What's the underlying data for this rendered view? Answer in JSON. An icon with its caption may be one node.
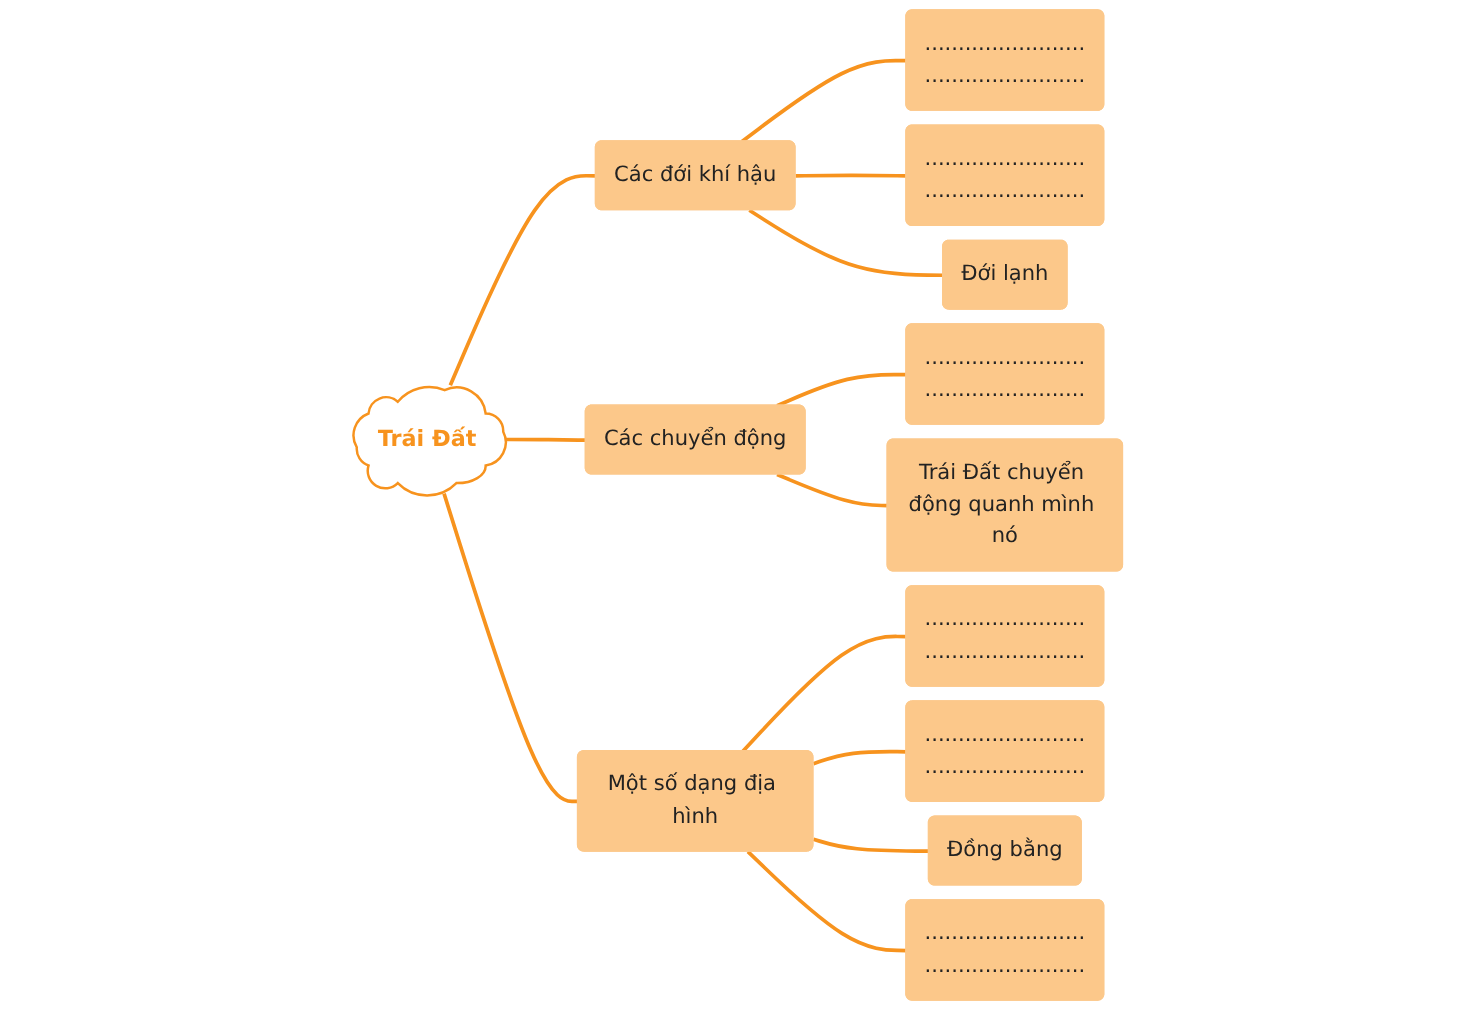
{
  "diagram": {
    "nodes": [
      {
        "text": [
          "Trái Đất"
        ]
      },
      {
        "text": [
          "Các đới khí hậu"
        ]
      },
      {
        "text": [
          "........................",
          "........................"
        ]
      },
      {
        "text": [
          "........................",
          "........................"
        ]
      },
      {
        "text": [
          "Đới lạnh"
        ]
      },
      {
        "text": [
          "Các chuyển động"
        ]
      },
      {
        "text": [
          "........................",
          "........................"
        ]
      },
      {
        "text": [
          "Trái Đất chuyển động quanh mình nó"
        ]
      },
      {
        "text": [
          "Một số dạng địa hình"
        ]
      },
      {
        "text": [
          "........................",
          "........................"
        ]
      },
      {
        "text": [
          "........................",
          "........................"
        ]
      },
      {
        "text": [
          "Đồng bằng"
        ]
      },
      {
        "text": [
          "........................",
          "........................"
        ]
      }
    ],
    "edges": [
      {
        "from": 0,
        "to": 1,
        "arrow": "none"
      },
      {
        "from": 1,
        "to": 2,
        "arrow": "none"
      },
      {
        "from": 1,
        "to": 3,
        "arrow": "none"
      },
      {
        "from": 1,
        "to": 4,
        "arrow": "none"
      },
      {
        "from": 0,
        "to": 5,
        "arrow": "none"
      },
      {
        "from": 5,
        "to": 6,
        "arrow": "none"
      },
      {
        "from": 5,
        "to": 7,
        "arrow": "none"
      },
      {
        "from": 0,
        "to": 8,
        "arrow": "none"
      },
      {
        "from": 8,
        "to": 9,
        "arrow": "none"
      },
      {
        "from": 8,
        "to": 10,
        "arrow": "none"
      },
      {
        "from": 8,
        "to": 11,
        "arrow": "none"
      },
      {
        "from": 8,
        "to": 12,
        "arrow": "none"
      }
    ]
  }
}
